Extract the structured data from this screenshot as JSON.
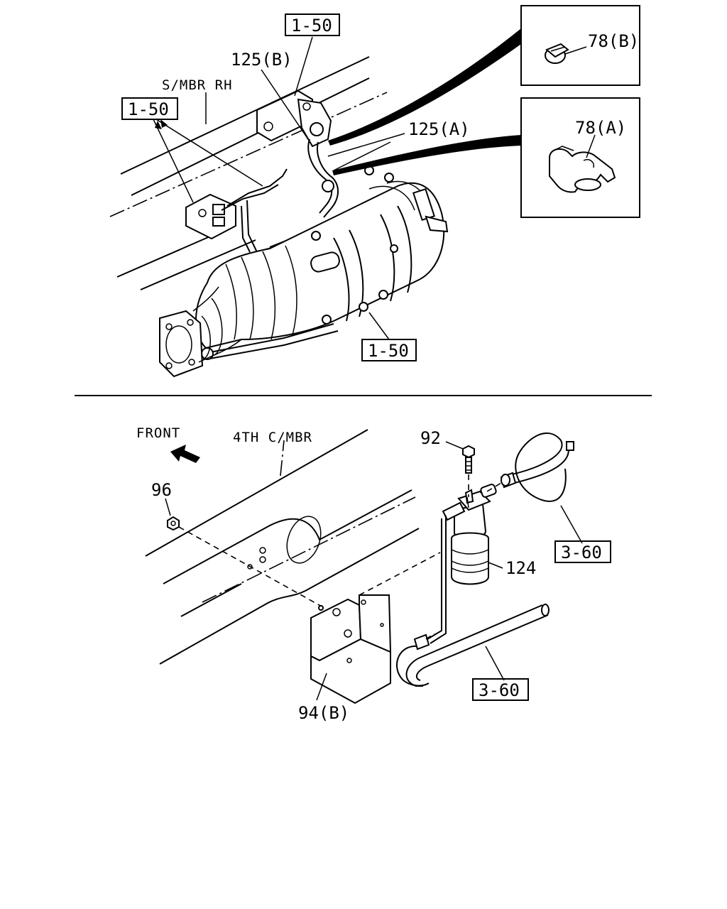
{
  "top": {
    "frame_label": "S/MBR RH",
    "refs": {
      "upper": "1-50",
      "left": "1-50",
      "lower": "1-50"
    },
    "parts": {
      "sensor_hose_b": "125(B)",
      "sensor_hose_a": "125(A)"
    },
    "detail_b": {
      "label": "78(B)"
    },
    "detail_a": {
      "label": "78(A)"
    }
  },
  "bottom": {
    "direction_label": "FRONT",
    "frame_label": "4TH C/MBR",
    "parts": {
      "bolt": "92",
      "nut": "96",
      "canister": "124",
      "bracket": "94(B)"
    },
    "refs": {
      "upper_hose": "3-60",
      "lower_hose": "3-60"
    }
  }
}
